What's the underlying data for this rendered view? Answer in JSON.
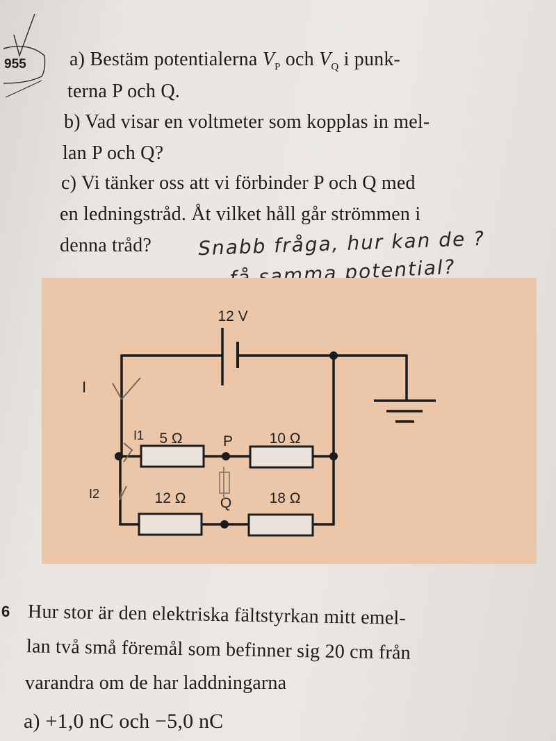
{
  "problem_955": {
    "number": "955",
    "a_prefix": "a) Bestäm potentialerna",
    "vp_symbol": "V",
    "vp_sub": "P",
    "and": "och",
    "vq_symbol": "V",
    "vq_sub": "Q",
    "a_suffix": "i punk-",
    "a_line2": "terna P och Q.",
    "b_line1": "b) Vad visar en voltmeter som kopplas in mel-",
    "b_line2": "lan P och Q?",
    "c_line1": "c) Vi tänker oss att vi förbinder P och Q med",
    "c_line2": "en ledningstråd. Åt vilket håll går strömmen i",
    "c_line3": "denna tråd?"
  },
  "handwritten_note": {
    "line1": "Snabb fråga, hur kan de ?",
    "line2": "få samma potential?"
  },
  "circuit": {
    "battery_label": "12 V",
    "r1_label": "5 Ω",
    "r2_label": "10 Ω",
    "r3_label": "12 Ω",
    "r4_label": "18 Ω",
    "node_p": "P",
    "node_q": "Q",
    "hand_i": "I",
    "hand_i1": "I1",
    "hand_i2": "I2"
  },
  "problem_next": {
    "number": "6",
    "line1": "Hur stor är den elektriska fältstyrkan mitt emel-",
    "line2": "lan två små föremål som befinner sig 20 cm från",
    "line3": "varandra om de har laddningarna",
    "a_line": "a) +1,0 nC och −5,0 nC"
  }
}
